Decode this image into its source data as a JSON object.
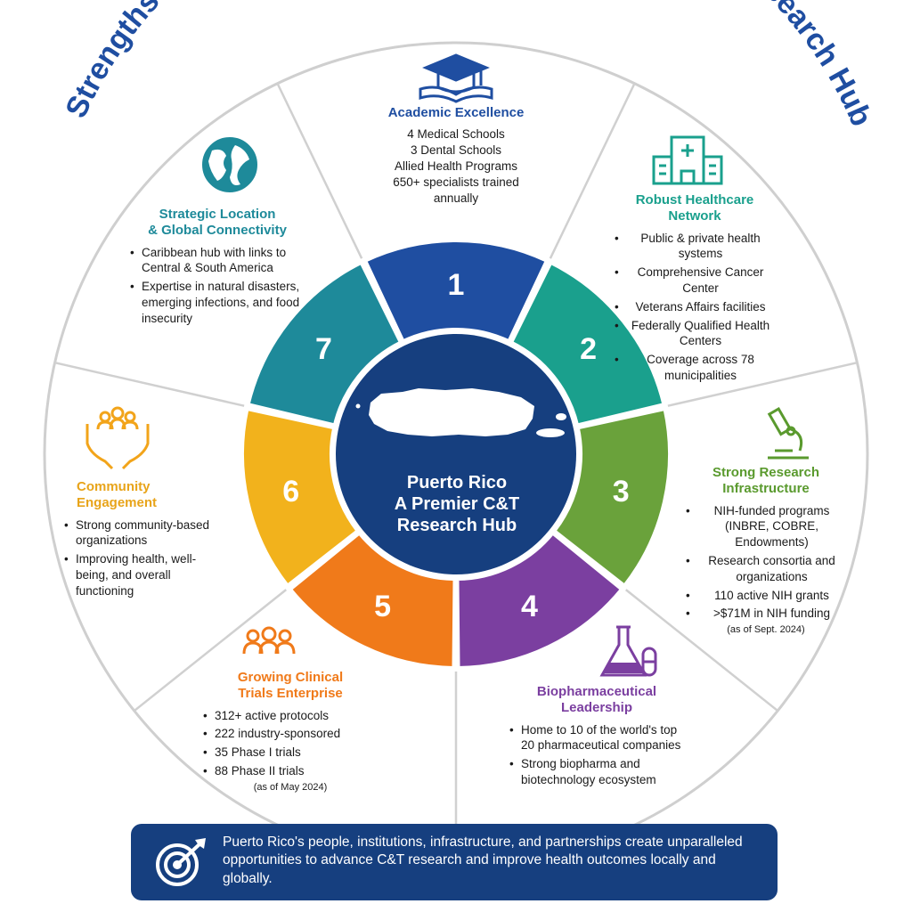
{
  "title": "Strengths of Puerto Rico as a Clinical & Translational Research Hub",
  "center": {
    "line1": "Puerto Rico",
    "line2": "A Premier C&T",
    "line3": "Research Hub"
  },
  "segments": [
    {
      "number": "1",
      "color": "#1f4ea1"
    },
    {
      "number": "2",
      "color": "#1aa08d"
    },
    {
      "number": "3",
      "color": "#6aa23b"
    },
    {
      "number": "4",
      "color": "#7b3fa0"
    },
    {
      "number": "5",
      "color": "#f07a1a"
    },
    {
      "number": "6",
      "color": "#f2b21c"
    },
    {
      "number": "7",
      "color": "#1e8a9a"
    }
  ],
  "strengths": {
    "academic": {
      "title": "Academic Excellence",
      "color": "#1f4ea1",
      "icon": "graduation-cap-icon",
      "lines": [
        "4 Medical Schools",
        "3 Dental Schools",
        "Allied Health Programs",
        "650+ specialists trained",
        "annually"
      ]
    },
    "healthcare": {
      "title_line1": "Robust Healthcare",
      "title_line2": "Network",
      "color": "#1aa08d",
      "icon": "hospital-icon",
      "items": [
        "Public & private health systems",
        "Comprehensive Cancer Center",
        "Veterans Affairs facilities",
        "Federally Qualified Health Centers",
        "Coverage across 78 municipalities"
      ]
    },
    "research": {
      "title_line1": "Strong Research",
      "title_line2": "Infrastructure",
      "color": "#5a9a2e",
      "icon": "microscope-icon",
      "items": [
        "NIH-funded programs (INBRE, COBRE, Endowments)",
        "Research consortia and organizations",
        "110 active NIH grants",
        ">$71M in NIH funding"
      ],
      "note": "(as of Sept. 2024)"
    },
    "biopharma": {
      "title_line1": "Biopharmaceutical",
      "title_line2": "Leadership",
      "color": "#7b3fa0",
      "icon": "flask-capsule-icon",
      "items": [
        "Home to 10 of the world's top 20 pharmaceutical companies",
        "Strong biopharma and biotechnology ecosystem"
      ]
    },
    "trials": {
      "title_line1": "Growing Clinical",
      "title_line2": "Trials Enterprise",
      "color": "#f07a1a",
      "icon": "people-group-icon",
      "items": [
        "312+ active protocols",
        "222 industry-sponsored",
        "35  Phase I trials",
        "88 Phase II trials"
      ],
      "note": "(as of May 2024)"
    },
    "community": {
      "title_line1": "Community",
      "title_line2": "Engagement",
      "color": "#e8a41a",
      "icon": "hands-community-icon",
      "items": [
        "Strong community-based organizations",
        "Improving health, well-being, and overall functioning"
      ]
    },
    "location": {
      "title_line1": "Strategic Location",
      "title_line2": "& Global Connectivity",
      "color": "#1e8a9a",
      "icon": "globe-icon",
      "items": [
        "Caribbean hub with links to Central & South America",
        "Expertise in natural disasters, emerging infections, and food insecurity"
      ]
    }
  },
  "banner": {
    "text": "Puerto Rico's people, institutions, infrastructure, and partnerships create unparalleled opportunities to advance C&T research and improve health outcomes locally and globally.",
    "icon": "target-icon",
    "background": "#163f7f"
  },
  "colors": {
    "title": "#1f4ea1",
    "center_circle": "#163f7f",
    "divider": "#c8c8c8"
  }
}
